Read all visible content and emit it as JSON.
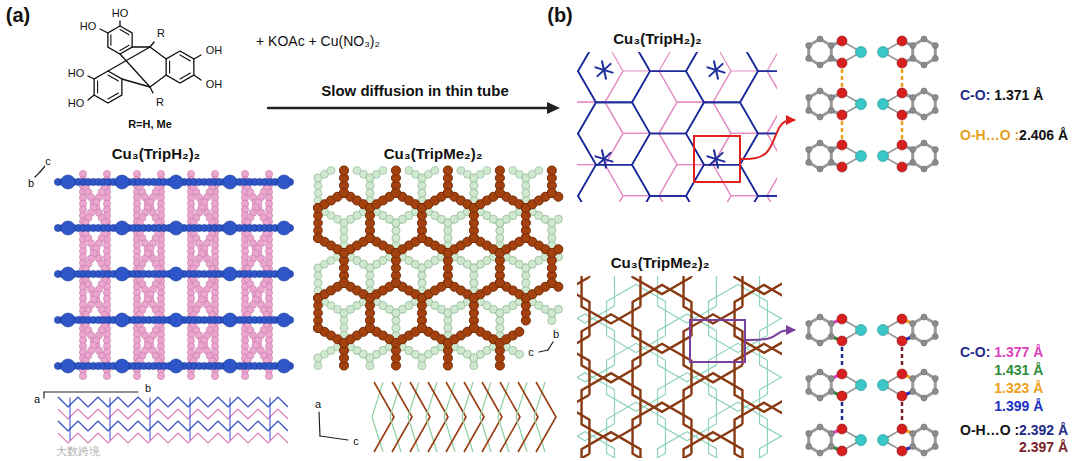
{
  "diagram": {
    "nodes": [
      {
        "text": [
          "Cu₃(TripH₂)₂"
        ]
      },
      {
        "text": [
          "Cu₃(TripMe₂)₂"
        ]
      },
      {
        "text": [
          "Cu₃(TripH₂)₂"
        ]
      },
      {
        "text": [
          "C-O:",
          "1.371 Å",
          "O-H…O :",
          "2.406 Å"
        ]
      },
      {
        "text": [
          "Cu₃(TripMe₂)₂"
        ]
      },
      {
        "text": [
          "C-O:",
          "1.377 Å",
          "1.431 Å",
          "1.323 Å",
          "1.399 Å",
          "O-H…O :",
          "2.392 Å",
          "2.397 Å"
        ]
      }
    ],
    "edges": [
      {
        "from": 2,
        "to": 3,
        "arrow": "to"
      },
      {
        "from": 4,
        "to": 5,
        "arrow": "to"
      }
    ],
    "labels": [
      "(a)",
      "HO",
      "HO",
      "R",
      "+ KOAc + Cu(NO₃)₂",
      "OH",
      "HO",
      "OH",
      "Slow diffusion in thin tube",
      "R",
      "HO",
      "R=H, Me",
      "c",
      "b",
      "b",
      "a",
      "b",
      "c",
      "a",
      "c",
      "(b)",
      "大数跨境"
    ]
  }
}
